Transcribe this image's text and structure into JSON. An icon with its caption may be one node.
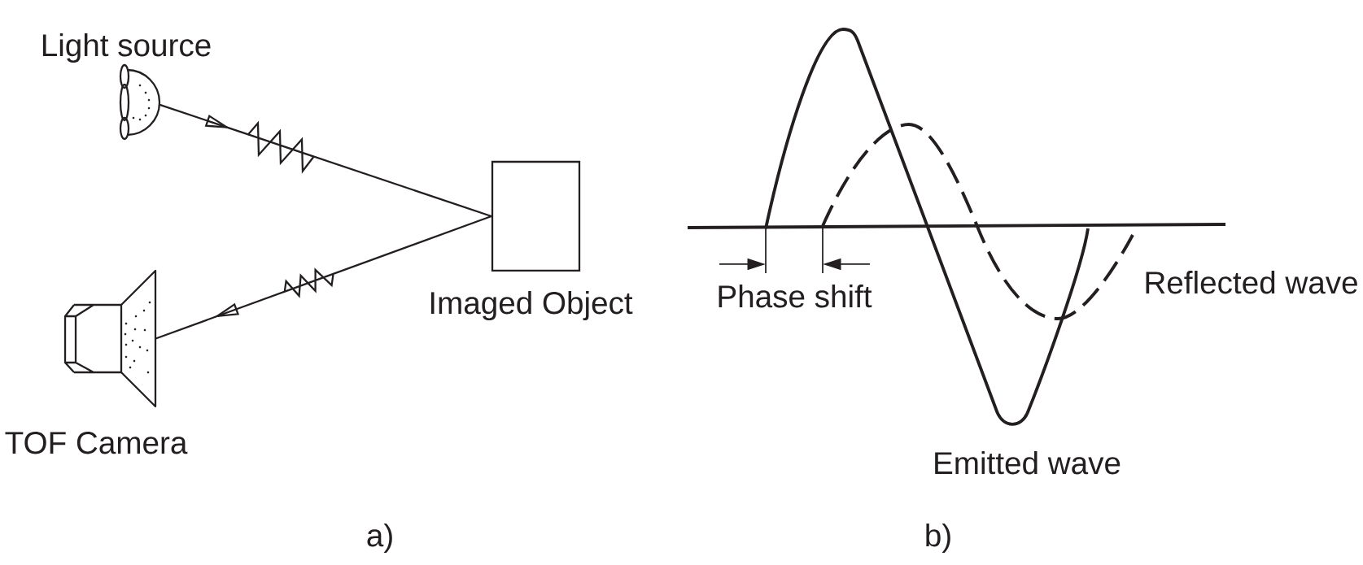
{
  "diagram": {
    "nodes": [
      {
        "text": [],
        "shape": "picture",
        "beside": [
          "Light source"
        ]
      },
      {
        "text": [],
        "shape": "box",
        "beside": [
          "Imaged Object"
        ]
      },
      {
        "text": [],
        "shape": "picture",
        "beside": [
          "TOF Camera"
        ]
      }
    ],
    "edges": [
      {
        "from": 0,
        "to": 1,
        "arrow": "to"
      },
      {
        "from": 1,
        "to": 2,
        "arrow": "to"
      }
    ],
    "labels": [
      "Phase shift",
      "Reflected wave",
      "Emitted wave",
      "a)",
      "b)"
    ]
  }
}
